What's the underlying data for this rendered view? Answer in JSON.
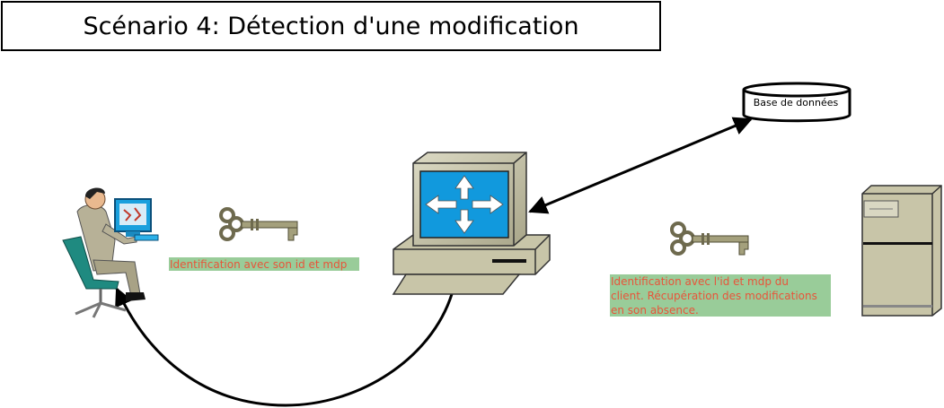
{
  "title": "Scénario 4: Détection d'une modification",
  "database": {
    "label": "Base de données"
  },
  "notes": {
    "client_auth": "Identification avec son id et mdp",
    "server_auth": "Identification avec l'id et mdp du\nclient. Récupération des modifications\nen son absence."
  },
  "icons": {
    "user": "user-at-computer-icon",
    "router": "router-computer-icon",
    "server": "server-tower-icon",
    "key": "key-icon",
    "database": "database-icon"
  },
  "colors": {
    "note_background": "#99cc99",
    "note_text": "#e8543a",
    "screen_blue": "#1199dd",
    "device_beige": "#c8c5a8"
  }
}
